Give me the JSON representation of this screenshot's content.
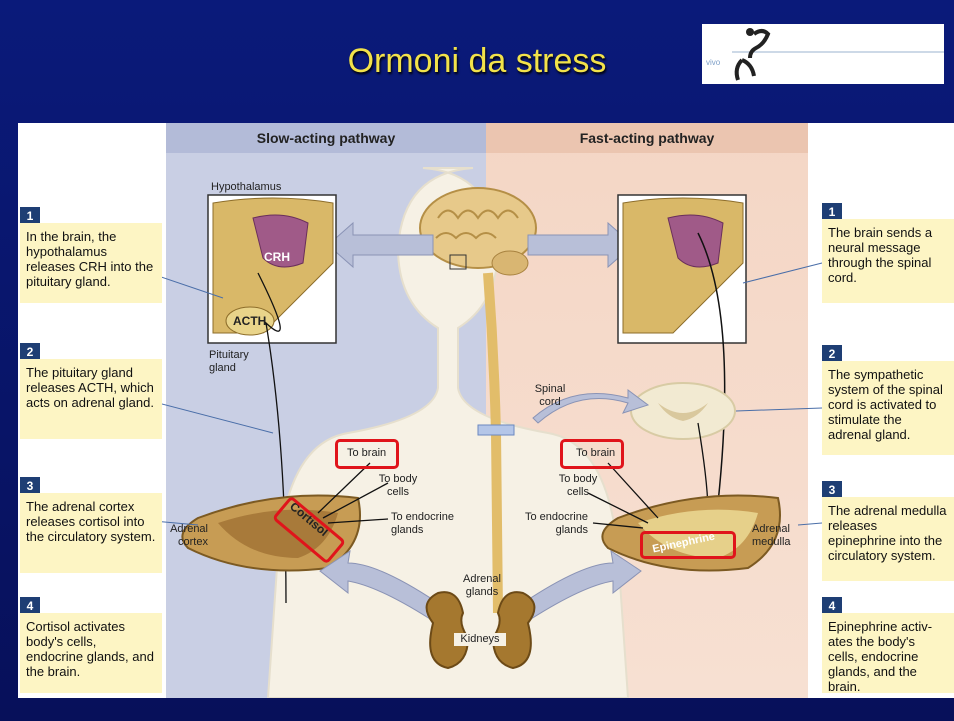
{
  "slide": {
    "title": "Ormoni da stress"
  },
  "logo": {
    "word": "vivo"
  },
  "figure": {
    "headers": {
      "slow": "Slow-acting pathway",
      "fast": "Fast-acting pathway"
    },
    "colors": {
      "slow_panel": "#c9cfe4",
      "fast_panel": "#f4d6c5",
      "step_box": "#fdf5c4",
      "step_num": "#1e3e74",
      "highlight": "#e0141b",
      "slide_bg": "#0b1466",
      "title": "#f2e24a"
    },
    "left_steps": [
      {
        "num": "1",
        "text": "In the brain, the hypothalamus releases CRH into the pituitary gland."
      },
      {
        "num": "2",
        "text": "The pituitary gland releases ACTH, which acts on adrenal gland."
      },
      {
        "num": "3",
        "text": "The adrenal cortex releases cortisol into the circulatory system."
      },
      {
        "num": "4",
        "text": "Cortisol activates body's cells, endocrine glands, and the brain."
      }
    ],
    "right_steps": [
      {
        "num": "1",
        "text": "The brain sends a neural message through the spinal cord."
      },
      {
        "num": "2",
        "text": "The sympathetic system of the spinal cord is activated to stimulate the adrenal gland."
      },
      {
        "num": "3",
        "text": "The adrenal medulla releases epinephrine into the circulatory system."
      },
      {
        "num": "4",
        "text": "Epinephrine activ-ates the body's cells, endocrine glands, and the brain."
      }
    ],
    "labels": {
      "hypothalamus": "Hypothalamus",
      "crh": "CRH",
      "acth": "ACTH",
      "pituitary": "Pituitary gland",
      "spinal_cord": "Spinal cord",
      "adrenal_cortex": "Adrenal cortex",
      "adrenal_medulla": "Adrenal medulla",
      "cortisol": "Cortisol",
      "epinephrine": "Epinephrine",
      "left_to_brain": "To brain",
      "left_to_body": "To body cells",
      "left_to_endocrine": "To endocrine glands",
      "right_to_brain": "To brain",
      "right_to_body": "To body cells",
      "right_to_endocrine": "To endocrine glands",
      "adrenal_glands": "Adrenal glands",
      "kidneys": "Kidneys"
    }
  }
}
